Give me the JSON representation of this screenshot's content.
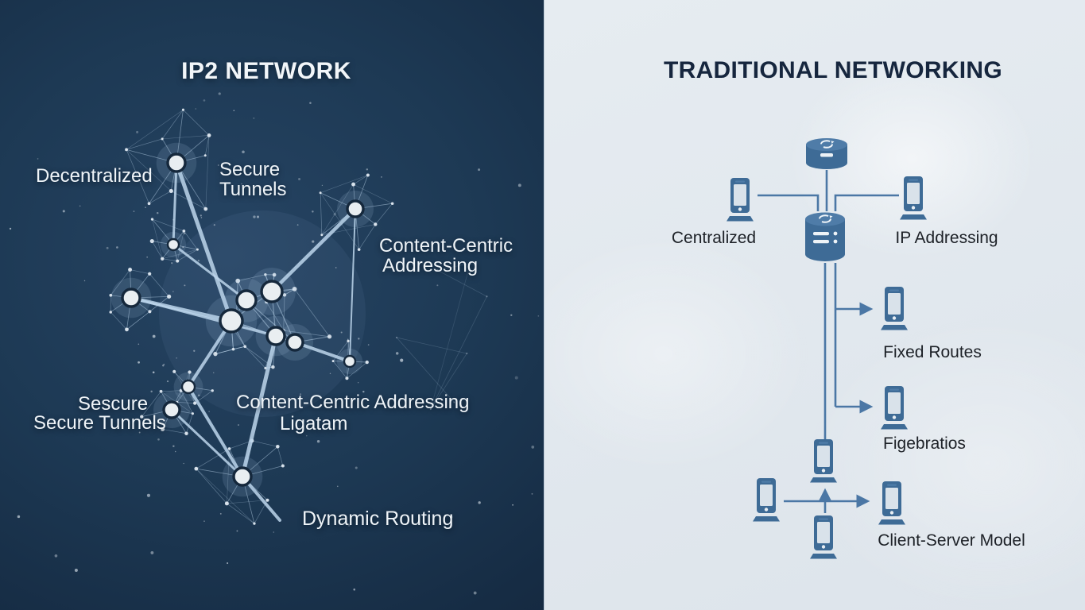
{
  "left_panel": {
    "title": "IP2 NETWORK",
    "labels": {
      "decentralized": "Decentralized",
      "secure_tunnels": [
        "Secure",
        "Tunnels"
      ],
      "content_centric": [
        "Content-Centric",
        "Addressing"
      ],
      "secure_tunnels_2": [
        "Sescure",
        "Secure Tunnels"
      ],
      "content_centric_2": [
        "Content-Centric Addressing",
        "Ligatam"
      ],
      "dynamic_routing": "Dynamic Routing"
    },
    "colors": {
      "background_center": "#264463",
      "background_edge": "#122337",
      "text": "#eff4f8",
      "node_fill": "#e9eef1",
      "node_ring": "#15283c",
      "mesh_line": "#bdd6ec"
    }
  },
  "right_panel": {
    "title": "TRADITIONAL NETWORKING",
    "labels": {
      "centralized": "Centralized",
      "ip_addressing": "IP Addressing",
      "fixed_routes": "Fixed Routes",
      "figebratios": "Figebratios",
      "client_server": "Client-Server Model"
    },
    "icons": {
      "top_server": "sync-database-icon",
      "main_server": "server-database-icon",
      "client": "workstation-icon"
    },
    "colors": {
      "background": "#e0e7ee",
      "icon": "#3e6b96",
      "icon_light": "#4f7ca8",
      "line": "#4b77a5",
      "text": "#1d2127",
      "title": "#16263e",
      "screen": "#d9e2ea"
    }
  }
}
